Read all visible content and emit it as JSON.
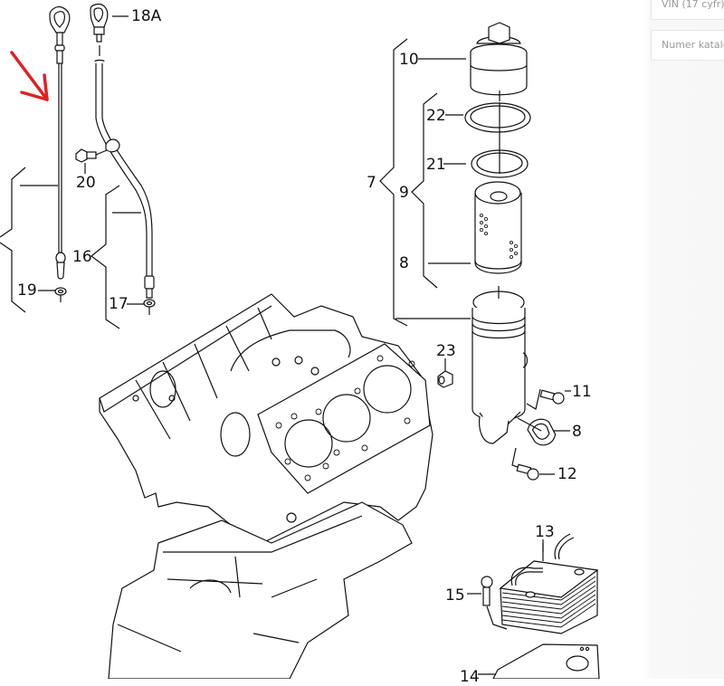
{
  "search_panel": {
    "vin_placeholder": "VIN (17 cyfr)",
    "catalog_placeholder": "Numer katalogowy"
  },
  "annotation": {
    "arrow_color": "#e02020",
    "arrow_icon": "red-arrow-icon"
  },
  "part_labels": {
    "p18a": "18A",
    "p20": "20",
    "p16": "16",
    "p19": "19",
    "p17": "17",
    "p10": "10",
    "p22": "22",
    "p21": "21",
    "p7": "7",
    "p9": "9",
    "p8a": "8",
    "p23": "23",
    "p11": "11",
    "p8b": "8",
    "p12": "12",
    "p13": "13",
    "p15": "15",
    "p14": "14"
  }
}
